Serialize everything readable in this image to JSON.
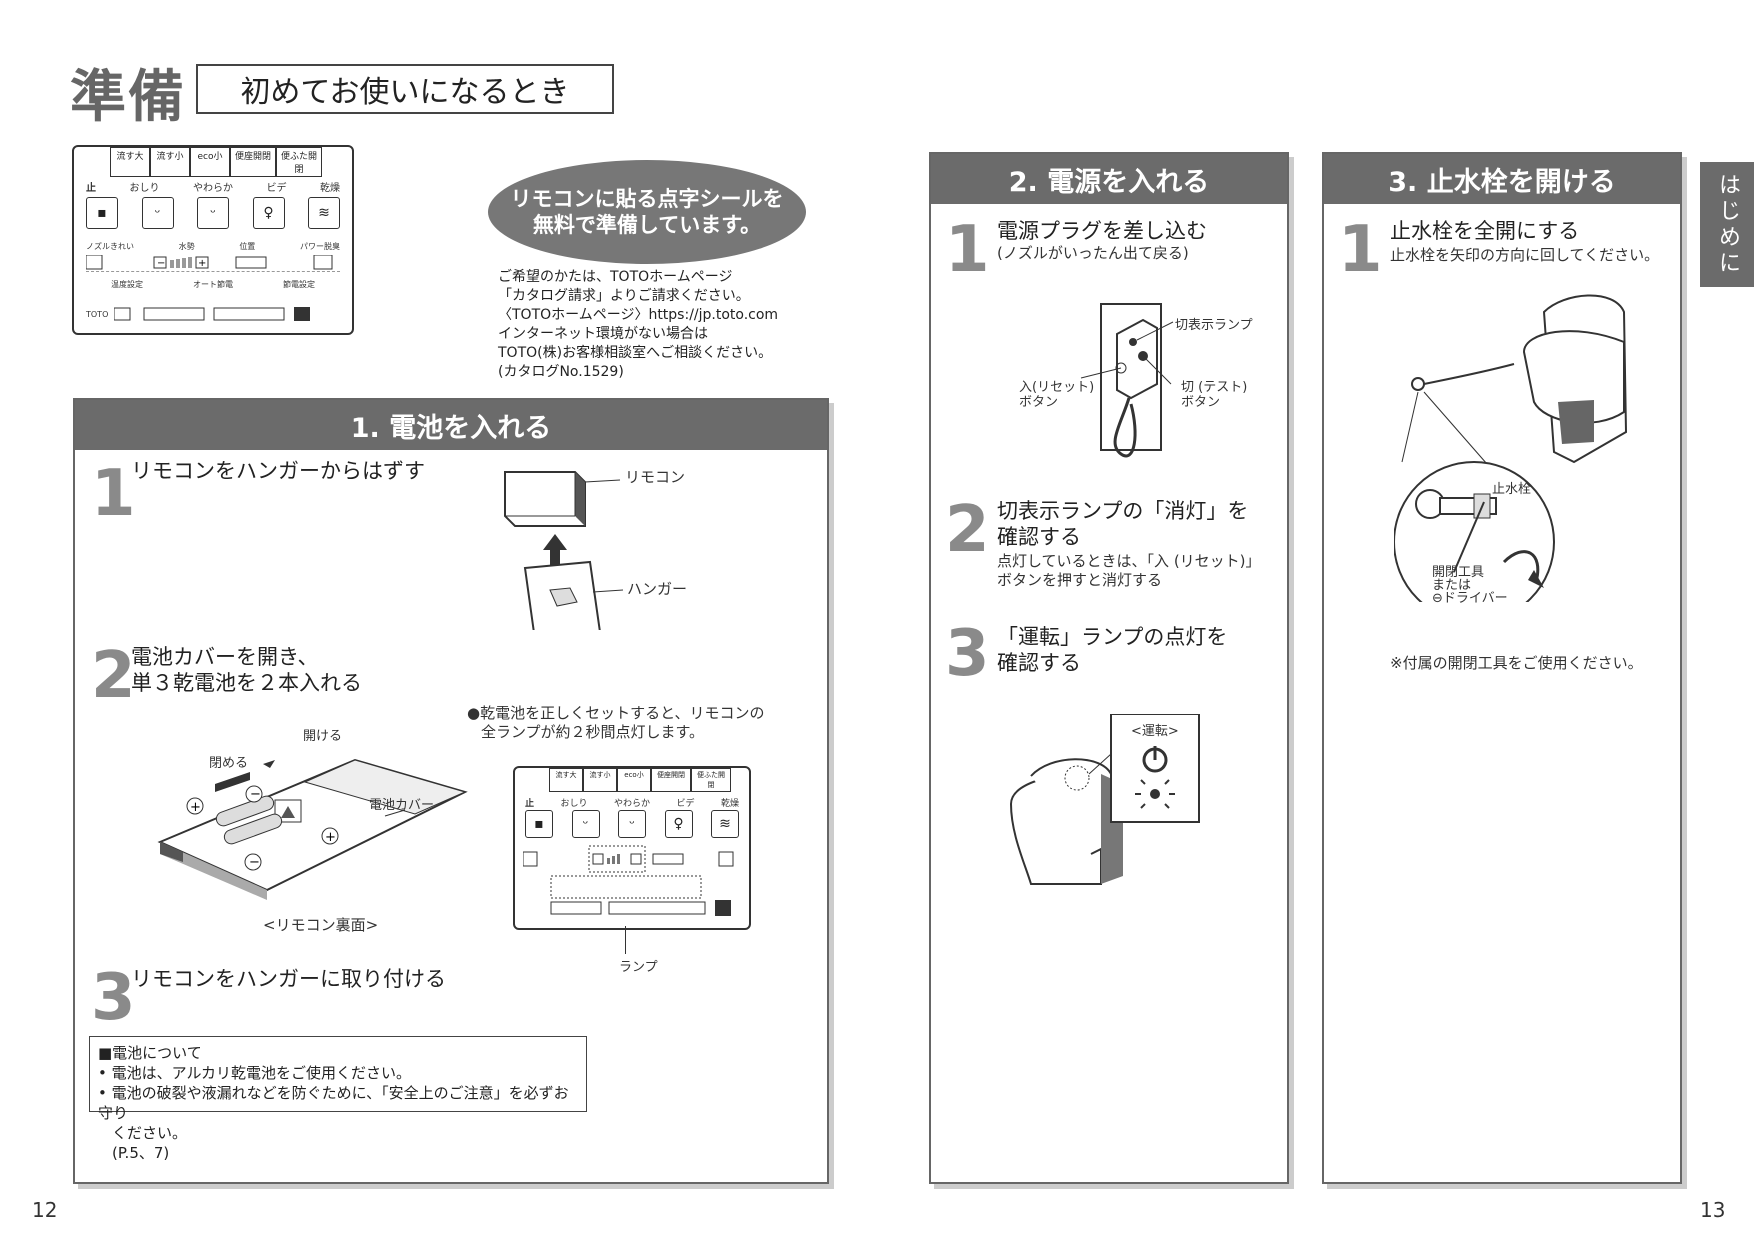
{
  "header": {
    "main_title": "準備",
    "subtitle": "初めてお使いになるとき"
  },
  "promo": {
    "oval_text": "リモコンに貼る点字シールを\n無料で準備しています。",
    "lines": [
      "ご希望のかたは、TOTOホームページ",
      "「カタログ請求」よりご請求ください。",
      "〈TOTOホームページ〉https://jp.toto.com",
      "インターネット環境がない場合は",
      "TOTO(株)お客様相談室へご相談ください。",
      "(カタログNo.1529)"
    ]
  },
  "remote": {
    "top_tabs": [
      "流す大",
      "流す小",
      "eco小",
      "便座開閉",
      "便ふた開閉"
    ],
    "brand": "TOTO",
    "row1_labels": [
      "止",
      "おしり",
      "やわらか",
      "ビデ",
      "乾燥"
    ],
    "row2_labels": [
      "ノズルきれい",
      "水勢",
      "位置",
      "パワー脱臭"
    ],
    "row3_labels": [
      "温度設定",
      "オート節電",
      "節電設定"
    ]
  },
  "section1": {
    "heading": "1. 電池を入れる",
    "step1": {
      "num": "1",
      "title": "リモコンをハンガーからはずす",
      "label_remote": "リモコン",
      "label_hanger": "ハンガー"
    },
    "step2": {
      "num": "2",
      "title_l1": "電池カバーを開き、",
      "title_l2": "単３乾電池を２本入れる",
      "label_open": "開ける",
      "label_close": "閉める",
      "label_cover": "電池カバー",
      "caption": "<リモコン裏面>",
      "note_l1": "●乾電池を正しくセットすると、リモコンの",
      "note_l2": "全ランプが約２秒間点灯します。",
      "label_lamp": "ランプ"
    },
    "step3": {
      "num": "3",
      "title": "リモコンをハンガーに取り付ける"
    },
    "battery_note": {
      "heading": "■電池について",
      "item1": "• 電池は、アルカリ乾電池をご使用ください。",
      "item2": "• 電池の破裂や液漏れなどを防ぐために、「安全上のご注意」を必ずお守り",
      "item2b": "ください。",
      "item2c": "(P.5、7)"
    }
  },
  "section2": {
    "heading": "2. 電源を入れる",
    "step1": {
      "num": "1",
      "title": "電源プラグを差し込む",
      "sub": "(ノズルがいったん出て戻る)",
      "label_lamp": "切表示ランプ",
      "label_on_l1": "入(リセット)",
      "label_on_l2": "ボタン",
      "label_off_l1": "切 (テスト)",
      "label_off_l2": "ボタン"
    },
    "step2": {
      "num": "2",
      "title_l1": "切表示ランプの「消灯」を",
      "title_l2": "確認する",
      "sub_l1": "点灯しているときは、「入 (リセット)」",
      "sub_l2": "ボタンを押すと消灯する"
    },
    "step3": {
      "num": "3",
      "title_l1": "「運転」ランプの点灯を",
      "title_l2": "確認する",
      "label_run": "<運転>"
    }
  },
  "section3": {
    "heading": "3. 止水栓を開ける",
    "step1": {
      "num": "1",
      "title": "止水栓を全開にする",
      "sub": "止水栓を矢印の方向に回してください。",
      "label_valve": "止水栓",
      "label_tool_l1": "開閉工具",
      "label_tool_l2": "または",
      "label_tool_l3": "⊖ドライバー",
      "footnote": "※付属の開閉工具をご使用ください。"
    }
  },
  "side_tab": "はじめに",
  "page_left": "12",
  "page_right": "13"
}
